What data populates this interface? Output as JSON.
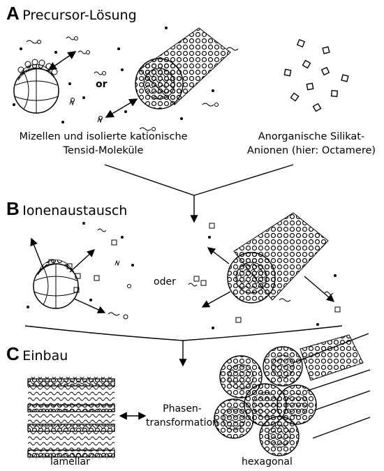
{
  "sections": [
    {
      "letter": "A",
      "title": "Precursor-Lösung"
    },
    {
      "letter": "B",
      "title": "Ionenaustausch"
    },
    {
      "letter": "C",
      "title": "Einbau"
    }
  ],
  "section_a": {
    "connector": "or",
    "caption_left": [
      "Mizellen und isolierte kationische",
      "Tensid-Moleküle"
    ],
    "caption_right": [
      "Anorganische Silikat-",
      "Anionen (hier: Octamere)"
    ]
  },
  "section_b": {
    "connector": "oder"
  },
  "section_c": {
    "transition_label": [
      "Phasen-",
      "transformation"
    ],
    "left_label": "lamellar",
    "right_label": "hexagonal"
  }
}
